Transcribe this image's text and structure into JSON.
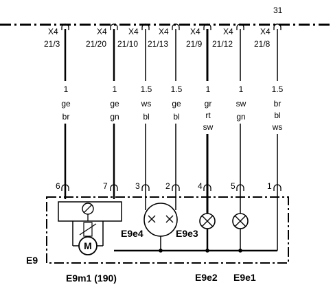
{
  "ground_terminal": "31",
  "connectors": [
    {
      "plug": "X4",
      "pin": "21/3",
      "size": "1",
      "color1": "ge",
      "color2": "br",
      "color3": "",
      "pin_no": "6"
    },
    {
      "plug": "X4",
      "pin": "21/20",
      "size": "1",
      "color1": "ge",
      "color2": "gn",
      "color3": "",
      "pin_no": "7"
    },
    {
      "plug": "X4",
      "pin": "21/10",
      "size": "1.5",
      "color1": "ws",
      "color2": "bl",
      "color3": "",
      "pin_no": "3"
    },
    {
      "plug": "X4",
      "pin": "21/13",
      "size": "1.5",
      "color1": "ge",
      "color2": "bl",
      "color3": "",
      "pin_no": "2"
    },
    {
      "plug": "X4",
      "pin": "21/9",
      "size": "1",
      "color1": "gr",
      "color2": "rt",
      "color3": "sw",
      "pin_no": "4"
    },
    {
      "plug": "X4",
      "pin": "21/12",
      "size": "1",
      "color1": "sw",
      "color2": "gn",
      "color3": "",
      "pin_no": "5"
    },
    {
      "plug": "X4",
      "pin": "21/8",
      "size": "1.5",
      "color1": "br",
      "color2": "bl",
      "color3": "ws",
      "pin_no": "1"
    }
  ],
  "labels": {
    "module": "E9",
    "motor_symbol": "M",
    "e9e4": "E9e4",
    "e9e3": "E9e3",
    "e9m1": "E9m1 (190)",
    "e9e2": "E9e2",
    "e9e1": "E9e1"
  }
}
